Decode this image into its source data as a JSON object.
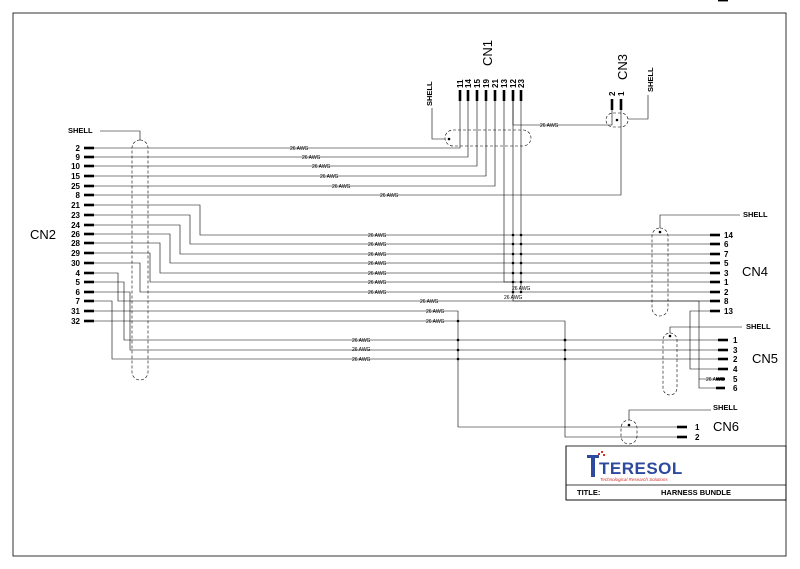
{
  "wire_gauge": "26 AWG",
  "shell_label": "SHELL",
  "connectors": {
    "cn1": {
      "name": "CN1",
      "pins": [
        "11",
        "14",
        "15",
        "19",
        "21",
        "13",
        "12",
        "23"
      ]
    },
    "cn2": {
      "name": "CN2",
      "pins": [
        "2",
        "9",
        "10",
        "15",
        "25",
        "8",
        "21",
        "23",
        "24",
        "26",
        "28",
        "29",
        "30",
        "4",
        "5",
        "6",
        "7",
        "31",
        "32"
      ]
    },
    "cn3": {
      "name": "CN3",
      "pins": [
        "2",
        "1"
      ]
    },
    "cn4": {
      "name": "CN4",
      "pins": [
        "14",
        "6",
        "7",
        "5",
        "3",
        "1",
        "2",
        "8",
        "13"
      ]
    },
    "cn5": {
      "name": "CN5",
      "pins": [
        "1",
        "3",
        "2",
        "4",
        "5",
        "6"
      ]
    },
    "cn6": {
      "name": "CN6",
      "pins": [
        "1",
        "2"
      ]
    }
  },
  "title_block": {
    "logo_text": "TERESOL",
    "logo_tagline": "Technological Research Solutions",
    "title_label": "TITLE:",
    "title_value": "HARNESS BUNDLE"
  },
  "colors": {
    "ink": "#000000",
    "logo_blue": "#2e4a9e",
    "logo_red": "#d2322d"
  }
}
